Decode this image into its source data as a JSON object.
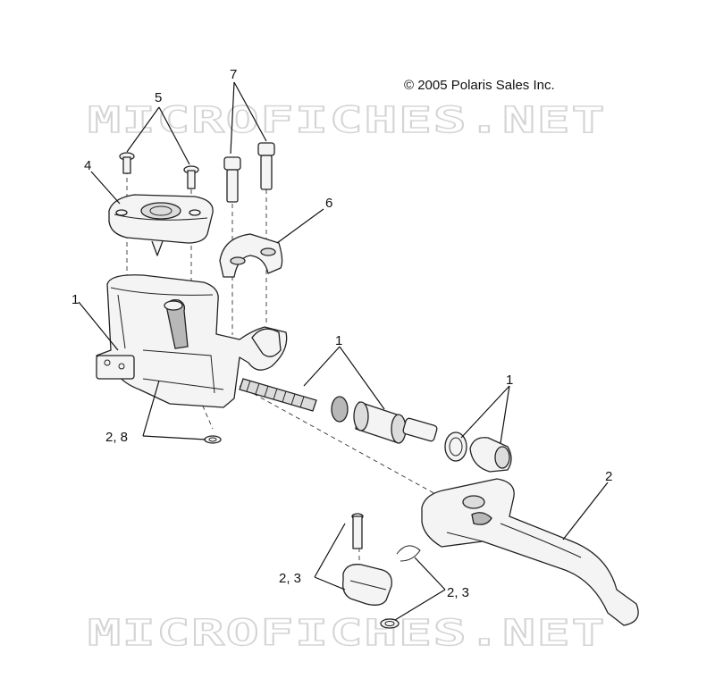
{
  "copyright": "© 2005 Polaris Sales Inc.",
  "watermarks": [
    "MICROFICHES.NET",
    "MICROFICHES.NET"
  ],
  "callouts": {
    "c1_left": "1",
    "c1_mid": "1",
    "c1_right": "1",
    "c2": "2",
    "c2_8": "2, 8",
    "c2_3_left": "2, 3",
    "c2_3_right": "2, 3",
    "c4": "4",
    "c5": "5",
    "c6": "6",
    "c7": "7"
  }
}
